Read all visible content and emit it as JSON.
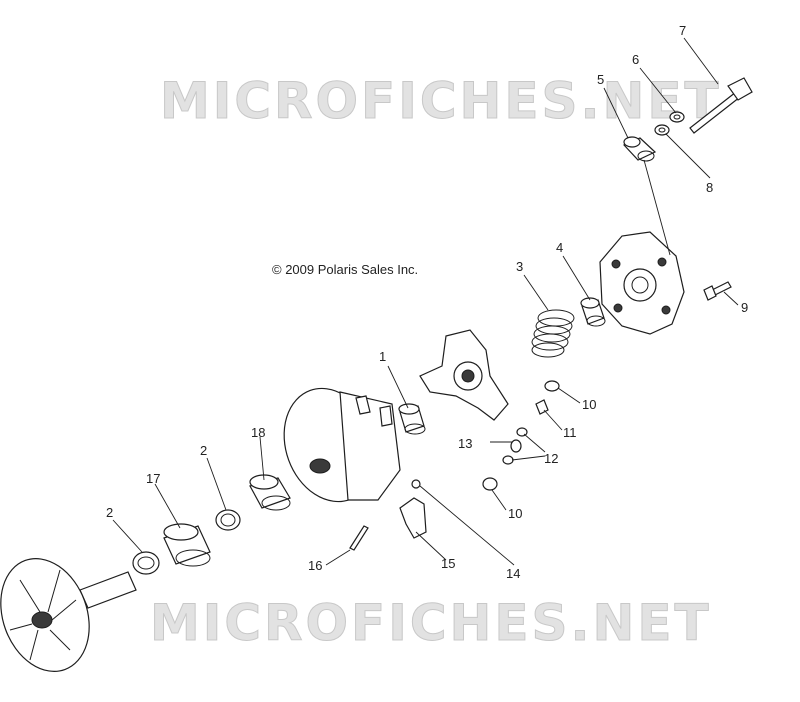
{
  "watermark": {
    "text": "MICROFICHES.NET"
  },
  "copyright": {
    "text": "© 2009 Polaris Sales Inc."
  },
  "callouts": {
    "c1": "1",
    "c2a": "2",
    "c2b": "2",
    "c3": "3",
    "c4": "4",
    "c5": "5",
    "c6": "6",
    "c7": "7",
    "c8": "8",
    "c9": "9",
    "c10a": "10",
    "c10b": "10",
    "c11": "11",
    "c12": "12",
    "c13": "13",
    "c14": "14",
    "c15": "15",
    "c16": "16",
    "c17": "17",
    "c18": "18"
  }
}
